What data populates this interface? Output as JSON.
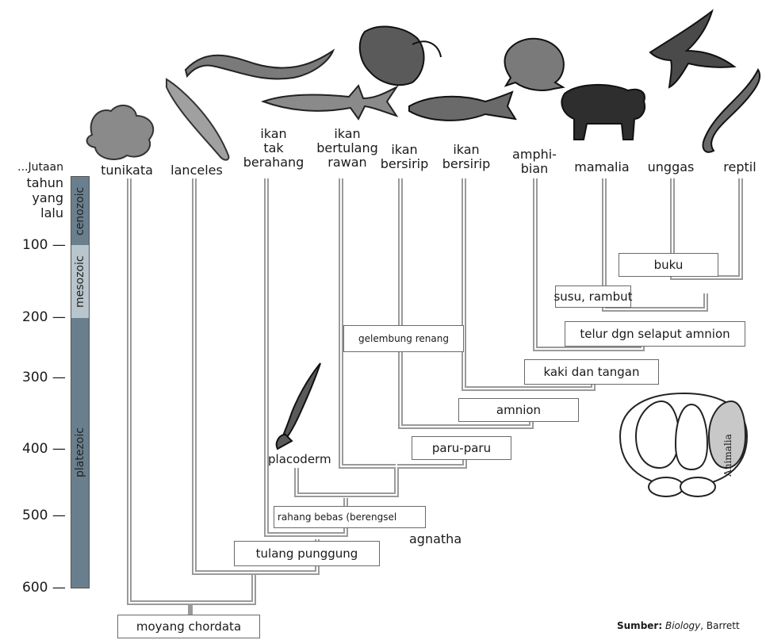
{
  "timescale": {
    "header": [
      "...Jutaan",
      "tahun",
      "yang",
      "lalu"
    ],
    "ticks": [
      "100",
      "200",
      "300",
      "400",
      "500",
      "600"
    ],
    "eras": [
      "cenozoic",
      "mesozoic",
      "platezoic"
    ]
  },
  "taxa": [
    [
      "tunikata"
    ],
    [
      "lanceles"
    ],
    [
      "ikan",
      "tak",
      "berahang"
    ],
    [
      "ikan",
      "bertulang",
      "rawan"
    ],
    [
      "ikan",
      "bersirip"
    ],
    [
      "ikan",
      "bersirip"
    ],
    [
      "amphi-",
      "bian"
    ],
    [
      "mamalia"
    ],
    [
      "unggas"
    ],
    [
      "reptil"
    ]
  ],
  "traits": {
    "buku": "buku",
    "susu_rambut": "susu, rambut",
    "telur": "telur dgn selaput amnion",
    "gelembung": "gelembung renang",
    "kaki": "kaki dan tangan",
    "amnion": "amnion",
    "paru": "paru-paru",
    "rahang": "rahang bebas (berengsel",
    "tulang": "tulang punggung",
    "moyang": "moyang chordata"
  },
  "labels": {
    "placoderm": "placoderm",
    "agnatha": "agnatha",
    "animalia": "Animalia"
  },
  "source": {
    "prefix": "Sumber:",
    "title": "Biology",
    "suffix": ", Barrett"
  },
  "colors": {
    "cenozoic": "#6a7f8d",
    "mesozoic": "#b8c5cc",
    "platezoic": "#6a7f8d",
    "branch": "#9a9a9a"
  }
}
